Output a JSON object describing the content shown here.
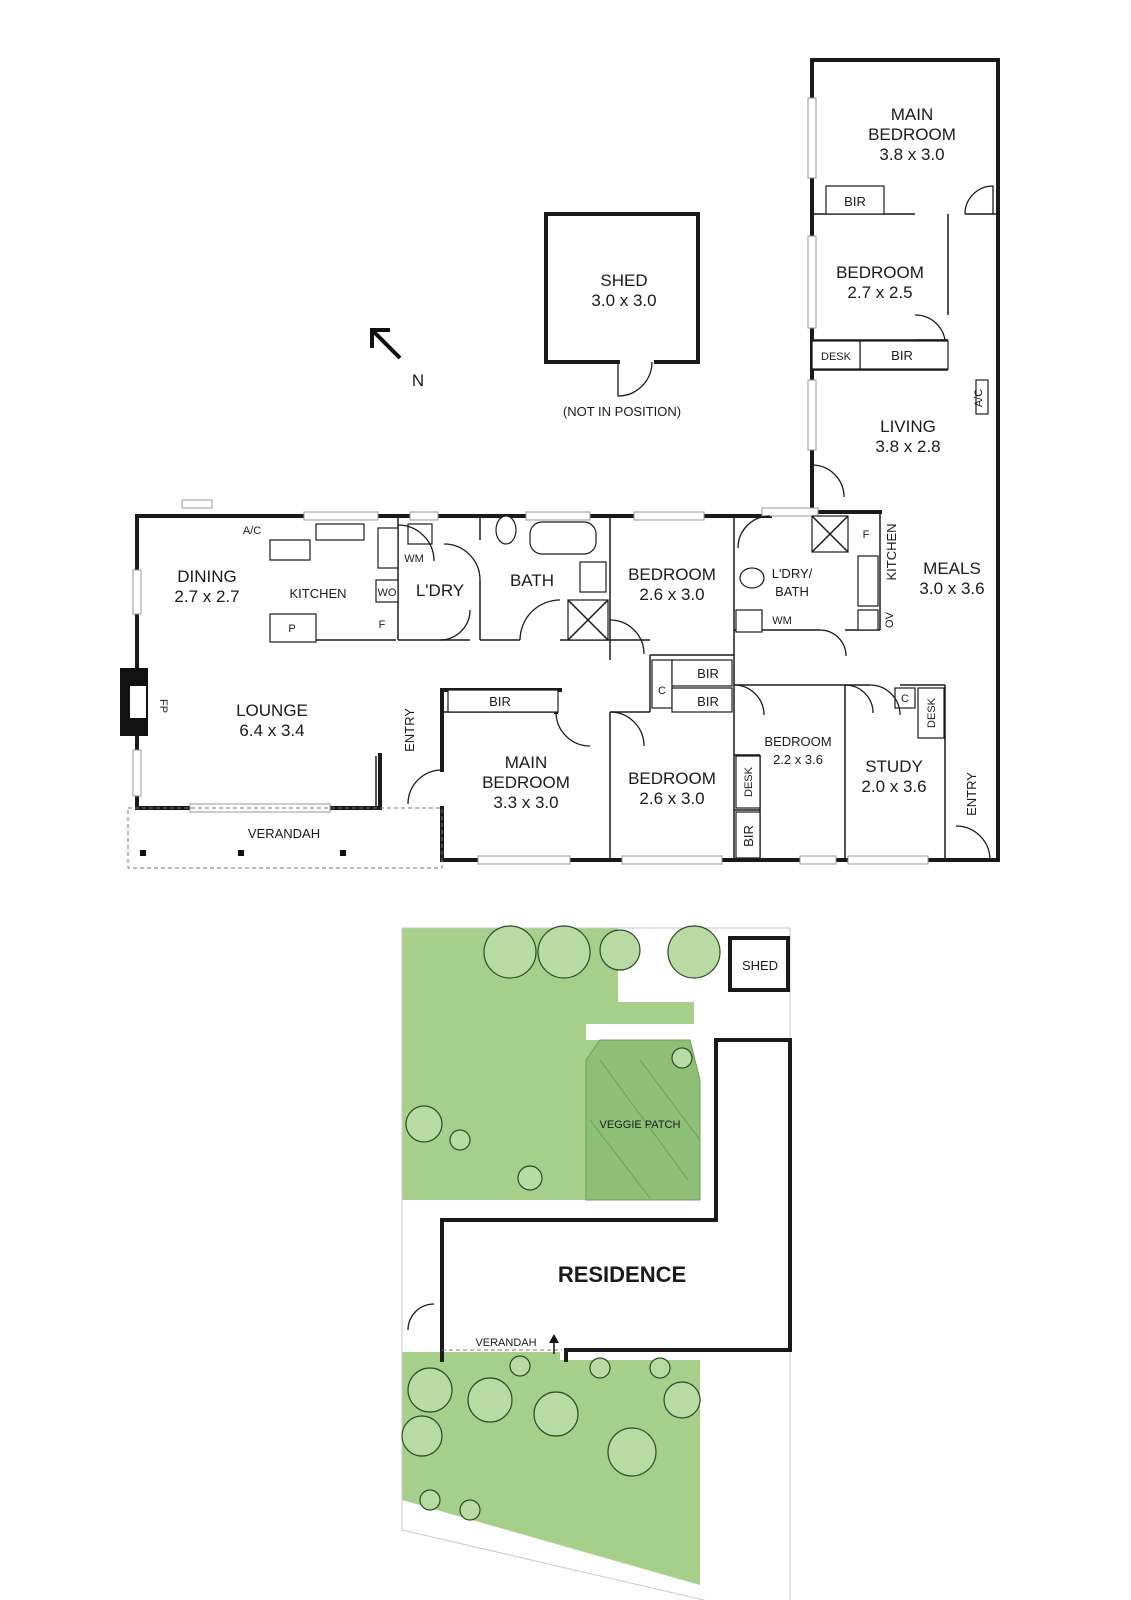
{
  "floor_plan": {
    "rooms": {
      "main_bedroom_rear": {
        "name_1": "MAIN",
        "name_2": "BEDROOM",
        "size": "3.8 x 3.0"
      },
      "bir_rear": "BIR",
      "bedroom_rear": {
        "name": "BEDROOM",
        "size": "2.7 x 2.5"
      },
      "desk_rear": "DESK",
      "bir_rear_2": "BIR",
      "ac_rear": "A/C",
      "living": {
        "name": "LIVING",
        "size": "3.8 x 2.8"
      },
      "kitchen_rear": "KITCHEN",
      "f_rear": "F",
      "ov_rear": "OV",
      "meals": {
        "name": "MEALS",
        "size": "3.0 x 3.6"
      },
      "ldry_bath": {
        "name_1": "L'DRY/",
        "name_2": "BATH"
      },
      "wm_rear": "WM",
      "shed": {
        "name": "SHED",
        "size": "3.0 x 3.0",
        "note": "(NOT IN POSITION)"
      },
      "north": "N",
      "ac_front": "A/C",
      "dining": {
        "name": "DINING",
        "size": "2.7 x 2.7"
      },
      "kitchen": "KITCHEN",
      "wm": "WM",
      "wo": "WO",
      "f": "F",
      "p": "P",
      "ldry": "L'DRY",
      "bath": "BATH",
      "bedroom_a": {
        "name": "BEDROOM",
        "size": "2.6 x 3.0"
      },
      "c_mid": "C",
      "bir_mid_1": "BIR",
      "bir_mid_2": "BIR",
      "fp": "FP",
      "lounge": {
        "name": "LOUNGE",
        "size": "6.4 x 3.4"
      },
      "entry_front": "ENTRY",
      "bir_main": "BIR",
      "main_bedroom": {
        "name_1": "MAIN",
        "name_2": "BEDROOM",
        "size": "3.3 x 3.0"
      },
      "bedroom_b": {
        "name": "BEDROOM",
        "size": "2.6 x 3.0"
      },
      "desk_c": "DESK",
      "bir_c": "BIR",
      "bedroom_c": {
        "name": "BEDROOM",
        "size": "2.2 x 3.6"
      },
      "c_study": "C",
      "desk_study": "DESK",
      "study": {
        "name": "STUDY",
        "size": "2.0 x 3.6"
      },
      "entry_side": "ENTRY",
      "verandah": "VERANDAH"
    }
  },
  "site_plan": {
    "shed": "SHED",
    "veggie_patch": "VEGGIE PATCH",
    "residence": "RESIDENCE",
    "verandah": "VERANDAH"
  },
  "colors": {
    "wall": "#1a1a1a",
    "lawn": "#a6cf8c",
    "tree": "#b8dba3"
  }
}
